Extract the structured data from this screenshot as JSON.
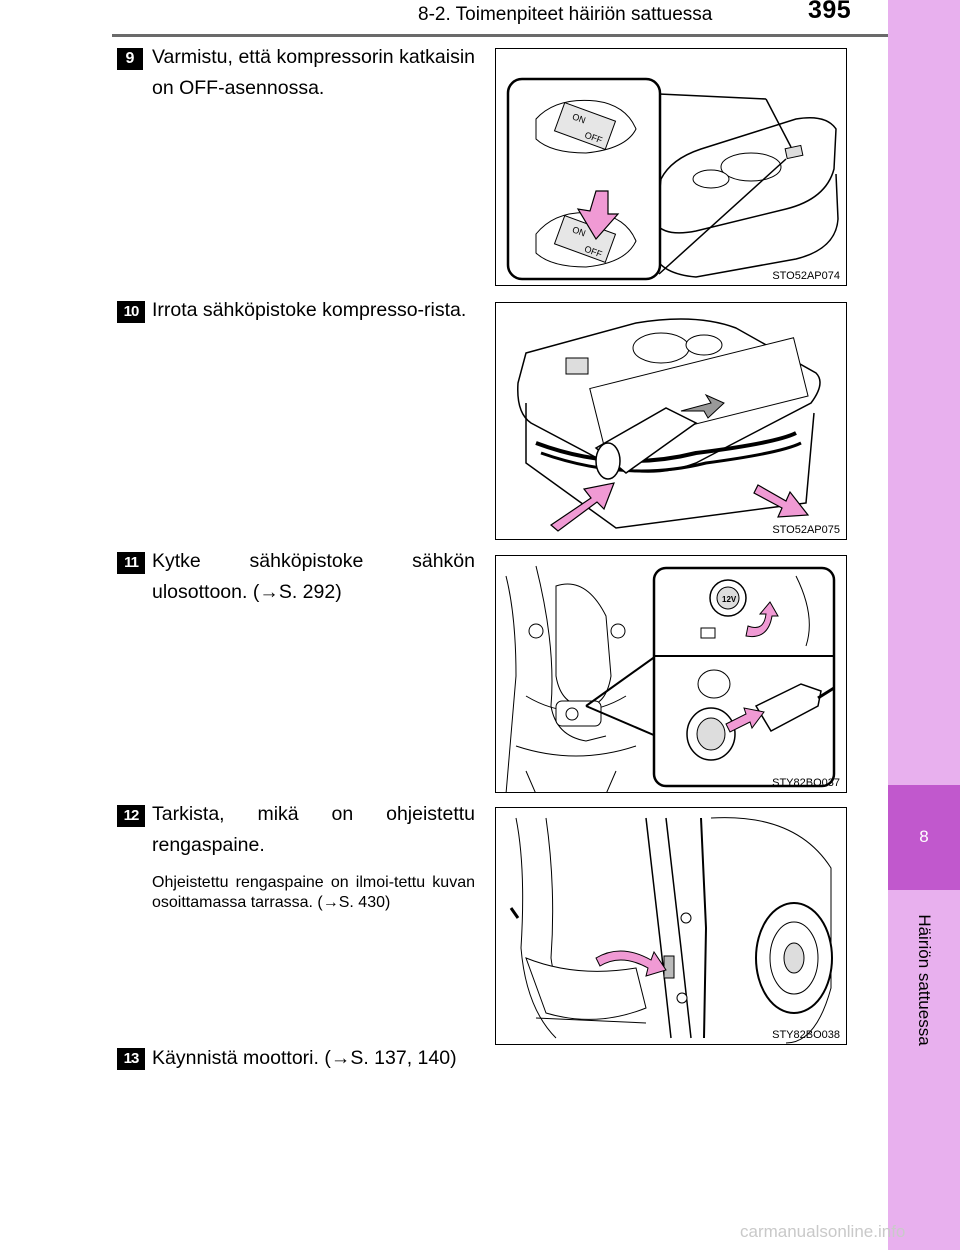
{
  "header": {
    "section": "8-2. Toimenpiteet häiriön sattuessa",
    "page": "395"
  },
  "sidebar": {
    "chapter": "8",
    "label": "Häiriön sattuessa"
  },
  "steps": [
    {
      "num": "9",
      "text": "Varmistu, että kompressorin katkaisin on OFF-asennossa.",
      "figure": "STO52AP074"
    },
    {
      "num": "10",
      "text": "Irrota sähköpistoke kompresso-rista.",
      "figure": "STO52AP075"
    },
    {
      "num": "11",
      "text": "Kytke sähköpistoke sähkön ulosottoon. (→S. 292)",
      "figure": "STY82BO037"
    },
    {
      "num": "12",
      "text": "Tarkista, mikä on ohjeistettu rengaspaine.",
      "note": "Ohjeistettu rengaspaine on ilmoi-tettu kuvan osoittamassa tarrassa. (→S. 430)",
      "figure": "STY82BO038"
    },
    {
      "num": "13",
      "text": "Käynnistä moottori. (→S. 137, 140)"
    }
  ],
  "figure_labels": {
    "switch_on": "ON",
    "switch_off": "OFF",
    "socket_12v": "12V"
  },
  "watermark": "carmanualsonline.info",
  "colors": {
    "arrow_pink": "#f09ad4",
    "sidebar_light": "#e8b0ee",
    "sidebar_dark": "#c158cd"
  }
}
